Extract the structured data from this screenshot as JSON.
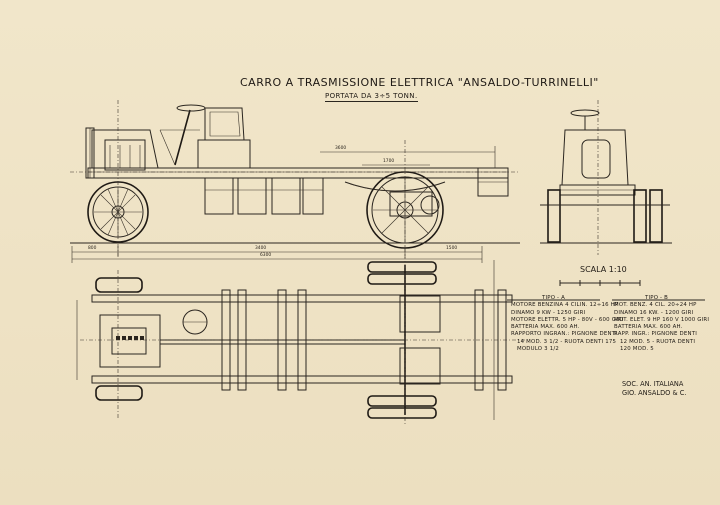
{
  "title": "CARRO A TRASMISSIONE ELETTRICA \"ANSALDO-TURRINELLI\"",
  "subtitle": "PORTATA DA 3÷5 TONN.",
  "scale_label": "SCALA 1:10",
  "dimensions": {
    "top_span": "3600",
    "mid_span": "1700",
    "front_overhang": "800",
    "wheelbase": "3400",
    "rear_overhang": "1500",
    "total_length": "6300"
  },
  "type_a": {
    "heading": "TIPO - A",
    "lines": [
      "MOTORE BENZINA  4 CILIN.  12÷16 HP",
      "DINAMO  9 KW - 1250 GIRI",
      "MOTORE ELETTR. 5 HP - 80V - 600 GIRI",
      "BATTERIA MAX. 600 AH.",
      "RAPPORTO INGRAN.: PIGNONE DENTI",
      "14 MOD. 3 1/2 - RUOTA DENTI 175",
      "MODULO  3 1/2"
    ]
  },
  "type_b": {
    "heading": "TIPO - B",
    "lines": [
      "MOT. BENZ.  4 CIL.  20÷24 HP",
      "DINAMO 16 KW. - 1200 GIRI",
      "MOT. ELET. 9 HP 160 V 1000 GIRI",
      "BATTERIA MAX. 600 AH.",
      "RAPP. INGR.: PIGNONE DENTI",
      "12 MOD. 5 - RUOTA DENTI",
      "120 MOD. 5"
    ]
  },
  "maker": {
    "line1": "SOC. AN. ITALIANA",
    "line2": "GIO. ANSALDO & C."
  }
}
